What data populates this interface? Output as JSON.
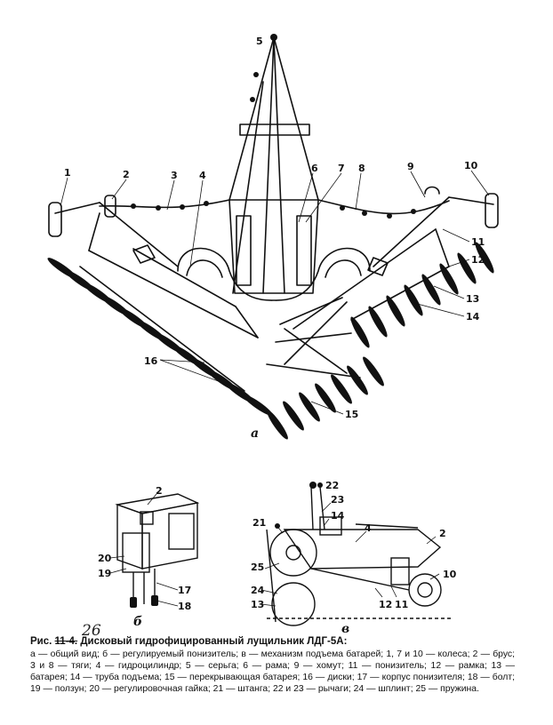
{
  "figure": {
    "sub_labels": {
      "a": "а",
      "b": "б",
      "v": "в"
    },
    "callouts_main": [
      "1",
      "2",
      "3",
      "4",
      "5",
      "6",
      "7",
      "8",
      "9",
      "10",
      "11",
      "12",
      "13",
      "14",
      "15",
      "16"
    ],
    "callouts_b": [
      "2",
      "17",
      "18",
      "19",
      "20"
    ],
    "callouts_v": [
      "2",
      "4",
      "10",
      "11",
      "12",
      "13",
      "14",
      "21",
      "22",
      "23",
      "24",
      "25"
    ]
  },
  "caption": {
    "prefix": "Рис.",
    "struck_number": "11-4.",
    "handwritten_number": "26",
    "title": "Дисковый гидрофицированный лущильник ЛДГ-5А:",
    "body": "а — общий вид; б — регулируемый понизитель; в — механизм подъема батарей; 1, 7 и 10 — колеса; 2 — брус; 3 и 8 — тяги; 4 — гидроцилиндр; 5 — серьга; 6 — рама; 9 — хомут; 11 — понизитель; 12 — рамка; 13 — батарея; 14 — труба подъема; 15 — перекрывающая батарея; 16 — диски; 17 — корпус понизителя; 18 — болт; 19 — ползун; 20 — регулировочная гайка; 21 — штанга; 22 и 23 — рычаги; 24 — шплинт; 25 — пружина."
  }
}
